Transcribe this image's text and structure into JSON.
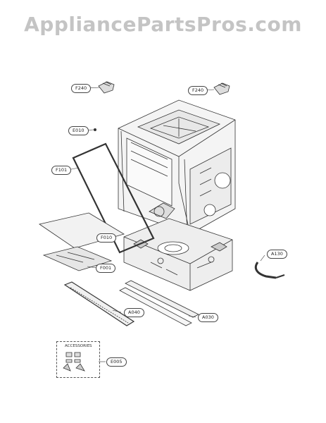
{
  "watermark": "AppliancePartsPros.com",
  "labels": {
    "f240_left": "F240",
    "f240_right": "F240",
    "e010": "E010",
    "f101": "F101",
    "f010": "F010",
    "f001": "F001",
    "a130": "A130",
    "a040": "A040",
    "a030": "A030",
    "e005": "E005"
  },
  "accessories_title": "ACCESSORIES"
}
